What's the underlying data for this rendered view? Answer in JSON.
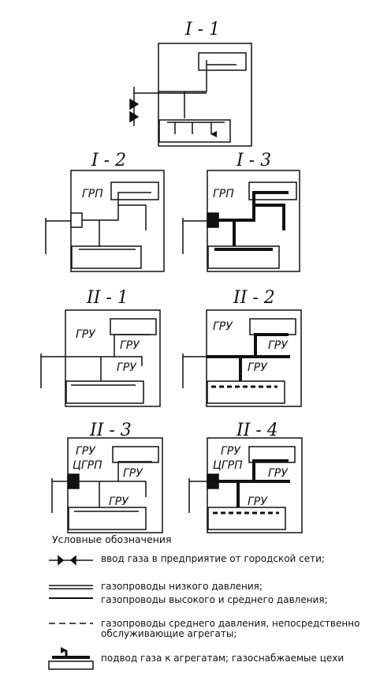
{
  "schemes": [
    {
      "id": "I-1",
      "label": "I - 1",
      "rooms": []
    },
    {
      "id": "I-2",
      "label": "I - 2",
      "rooms": [
        "ГРП"
      ]
    },
    {
      "id": "I-3",
      "label": "I - 3",
      "rooms": [
        "ГРП"
      ]
    },
    {
      "id": "II-1",
      "label": "II - 1",
      "rooms": [
        "ГРУ",
        "ГРУ",
        "ГРУ"
      ]
    },
    {
      "id": "II-2",
      "label": "II - 2",
      "rooms": [
        "ГРУ",
        "ГРУ",
        "ГРУ"
      ]
    },
    {
      "id": "II-3",
      "label": "II - 3",
      "rooms": [
        "ГРУ",
        "ЦГРП",
        "ГРУ",
        "ГРУ"
      ]
    },
    {
      "id": "II-4",
      "label": "II - 4",
      "rooms": [
        "ГРУ",
        "ЦГРП",
        "ГРУ",
        "ГРУ"
      ]
    }
  ],
  "legend": {
    "title": "Условные обозначения",
    "items": [
      {
        "symbol": "gas-inlet",
        "text": "ввод газа в предприятие от городской сети;"
      },
      {
        "symbol": "low-pressure-pipe",
        "text": "газопроводы низкого давления;"
      },
      {
        "symbol": "high-medium-pressure-pipe",
        "text": "газопроводы высокого и среднего давления;"
      },
      {
        "symbol": "medium-pressure-dashed-pipe",
        "text": "газопроводы среднего давления, непосредственно обслуживающие агрегаты;"
      },
      {
        "symbol": "gas-supply-to-units",
        "text": "подвод газа к агрегатам; газоснабжаемые цехи"
      }
    ]
  }
}
